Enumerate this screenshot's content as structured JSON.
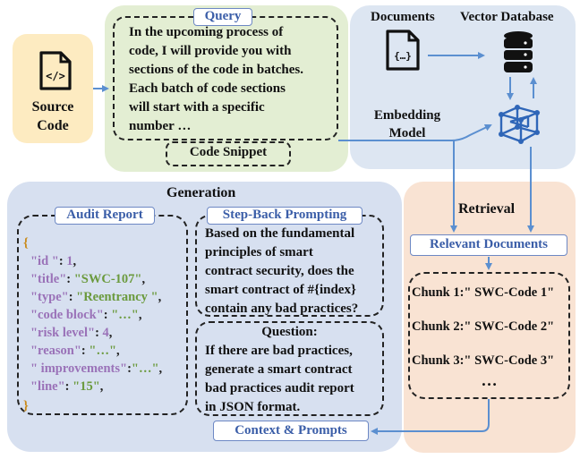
{
  "source": {
    "label_line1": "Source",
    "label_line2": "Code"
  },
  "query": {
    "tag": "Query",
    "text_lines": [
      "In the upcoming process of",
      "code, I will provide you with",
      "sections of the code in batches.",
      "Each batch of code sections",
      "will start with a specific",
      "number …"
    ],
    "snippet": "Code Snippet"
  },
  "vector_panel": {
    "documents": "Documents",
    "database": "Vector Database",
    "embedding_line1": "Embedding",
    "embedding_line2": "Model"
  },
  "generation": {
    "title": "Generation",
    "audit_tag": "Audit Report",
    "json": {
      "open": "{",
      "close": "}",
      "rows": [
        {
          "key": "\"id \"",
          "sep": ": ",
          "val": "1",
          "val_color": "purple",
          "end": ","
        },
        {
          "key": "\"title\"",
          "sep": ": ",
          "val": "\"SWC-107\"",
          "val_color": "green",
          "end": ","
        },
        {
          "key": "\"type\"",
          "sep": ": ",
          "val": "\"Reentrancy \"",
          "val_color": "green",
          "end": ","
        },
        {
          "key": "\"code block\"",
          "sep": ": ",
          "val": "\"…\"",
          "val_color": "green",
          "end": ","
        },
        {
          "key": "\"risk level\"",
          "sep": ": ",
          "val": "4",
          "val_color": "purple",
          "end": ","
        },
        {
          "key": "\"reason\"",
          "sep": ": ",
          "val": "\"…\"",
          "val_color": "green",
          "end": ","
        },
        {
          "key": "\" improvements\"",
          "sep": ":",
          "val": "\"…\"",
          "val_color": "green",
          "end": ","
        },
        {
          "key": "\"line\"",
          "sep": ": ",
          "val": "\"15\"",
          "val_color": "green",
          "end": ","
        }
      ]
    },
    "stepback_tag": "Step-Back Prompting",
    "stepback_lines": [
      "Based on the fundamental",
      "principles of smart",
      "contract security, does the",
      "smart contract of #{index}",
      "contain any bad practices?"
    ],
    "question_title": "Question:",
    "question_lines": [
      "If there are bad practices,",
      "generate a smart contract",
      "bad practices audit report",
      "in JSON format."
    ],
    "context": "Context  &  Prompts"
  },
  "retrieval": {
    "title": "Retrieval",
    "relevant": "Relevant Documents",
    "chunks": [
      "Chunk 1:\" SWC-Code 1\"",
      "Chunk 2:\" SWC-Code 2\"",
      "Chunk 3:\" SWC-Code 3\""
    ],
    "more": "…"
  },
  "colors": {
    "source_bg": "#fdebc1",
    "query_bg": "#e3eed3",
    "vector_bg": "#dde6f2",
    "generation_bg": "#d7e0f0",
    "retrieval_bg": "#f9e3d3",
    "arrow": "#5b8fd0",
    "tag_border": "#6d88c4",
    "tag_text": "#3b5ea8"
  }
}
